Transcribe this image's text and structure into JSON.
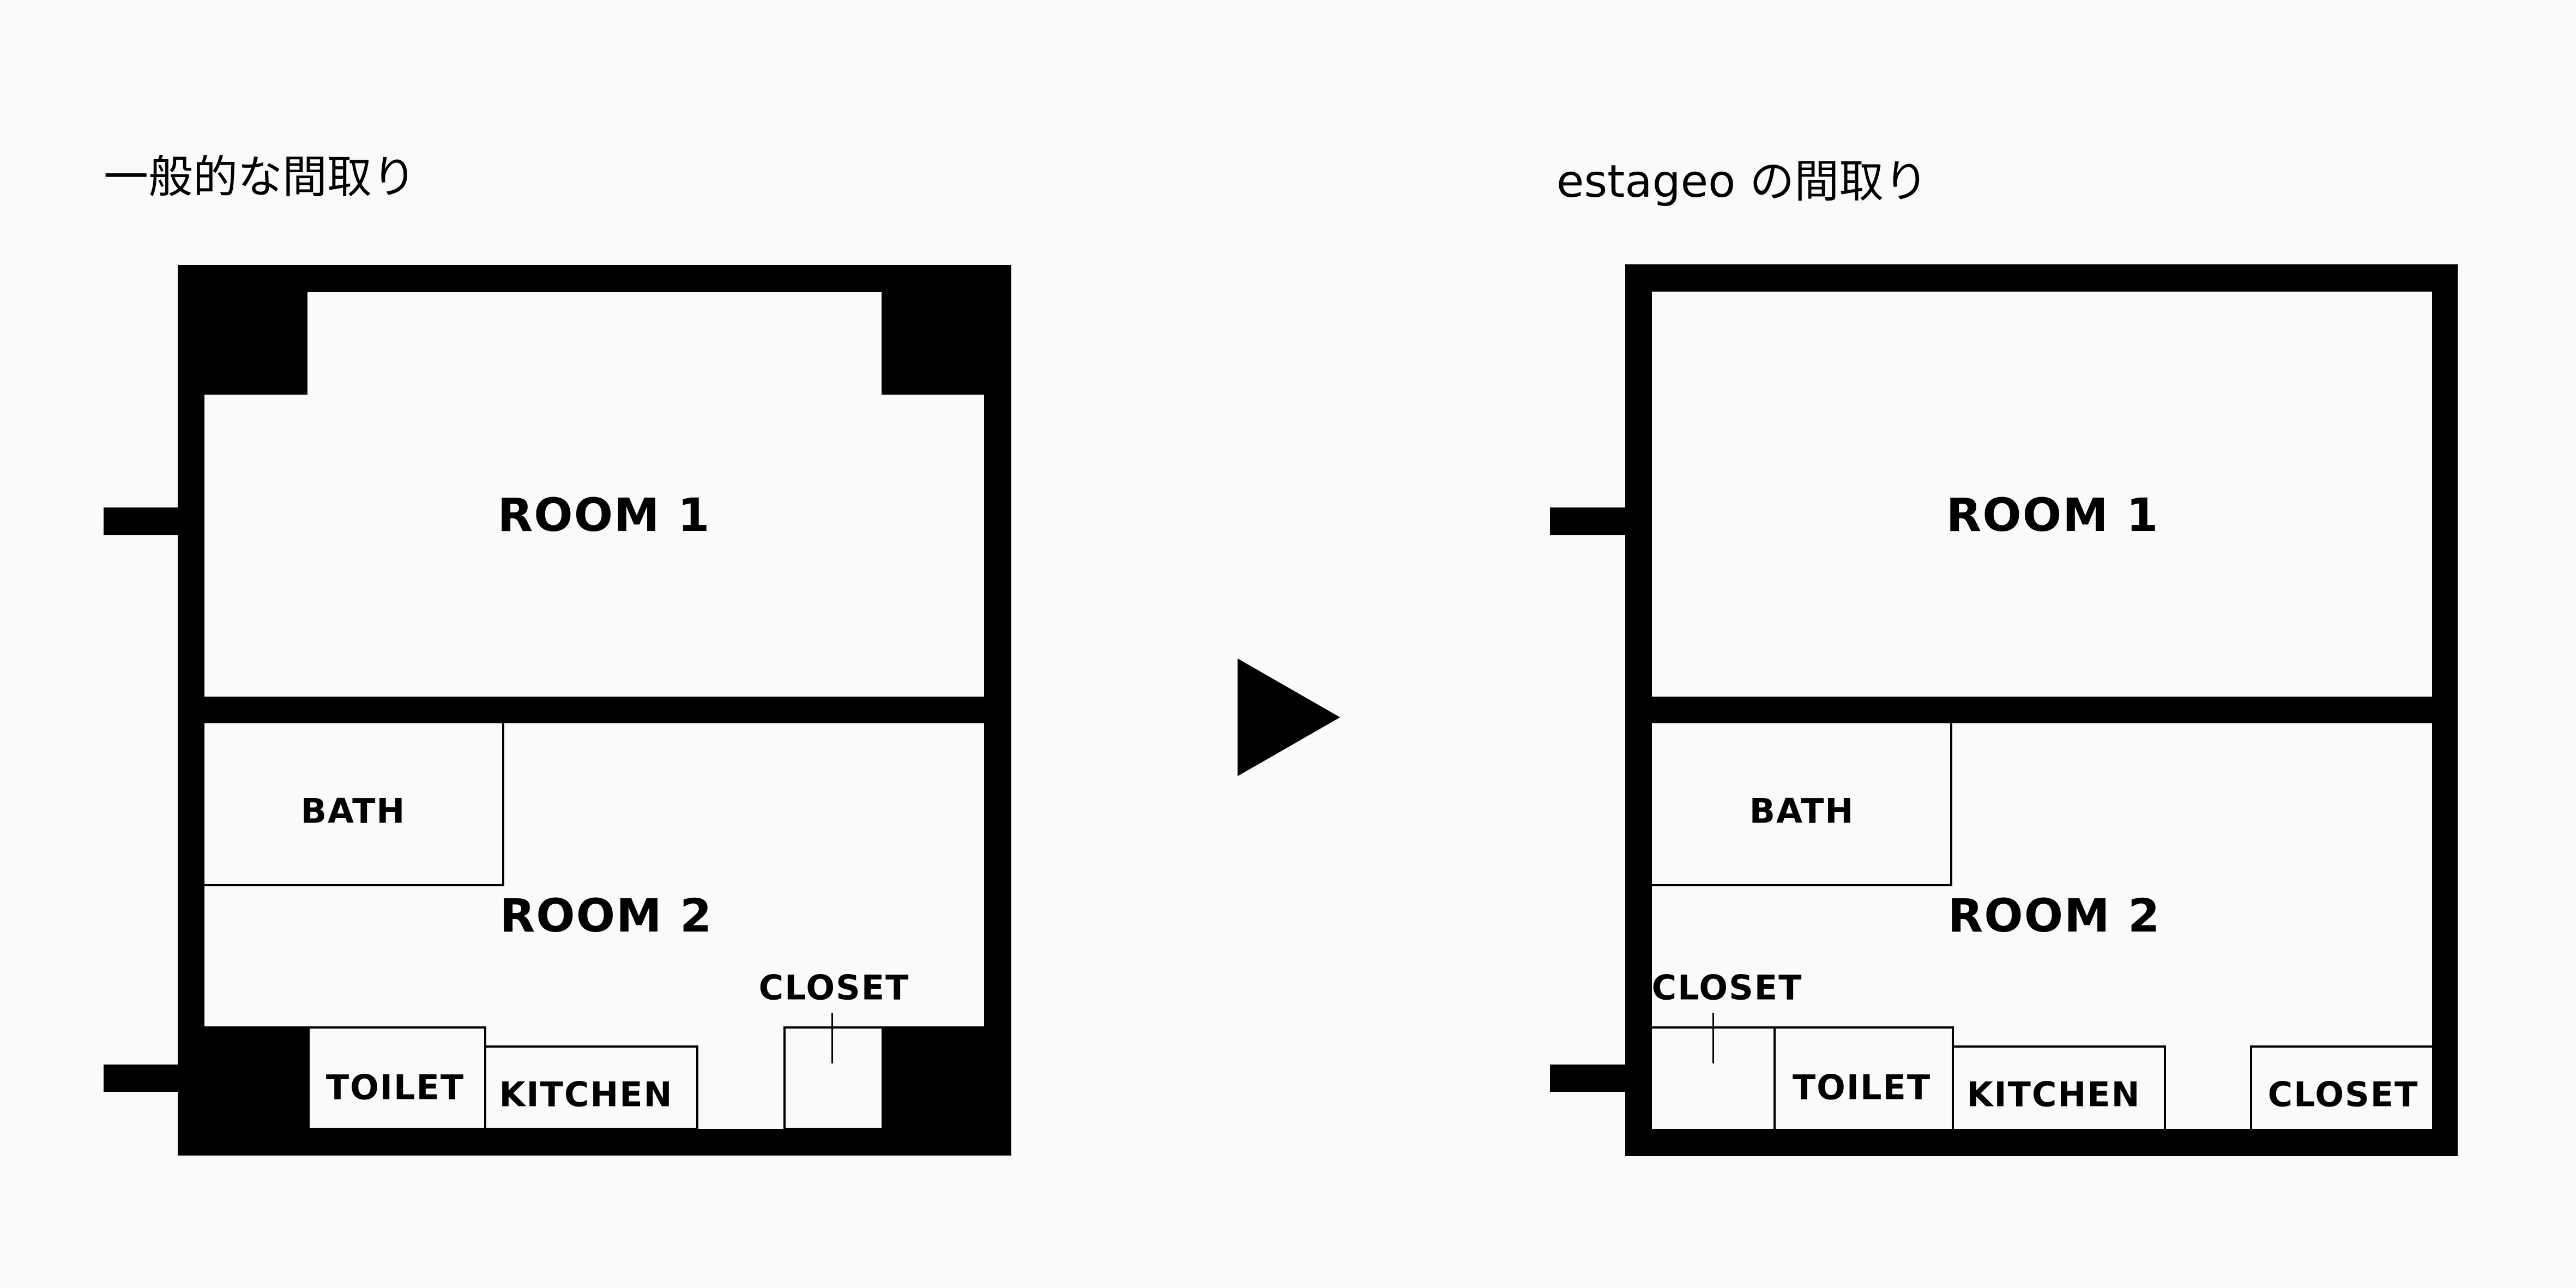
{
  "titles": {
    "left": "一般的な間取り",
    "right": "estageo の間取り"
  },
  "arrow": {
    "icon": "right-triangle-arrow"
  },
  "left_plan": {
    "rooms": {
      "room1": "ROOM 1",
      "room2": "ROOM 2",
      "bath": "BATH",
      "toilet": "TOILET",
      "kitchen": "KITCHEN",
      "closet": "CLOSET"
    }
  },
  "right_plan": {
    "rooms": {
      "room1": "ROOM 1",
      "room2": "ROOM 2",
      "bath": "BATH",
      "toilet": "TOILET",
      "kitchen": "KITCHEN",
      "closet_left": "CLOSET",
      "closet_right": "CLOSET"
    }
  },
  "colors": {
    "wall": "#000000",
    "background": "#fafafa"
  }
}
